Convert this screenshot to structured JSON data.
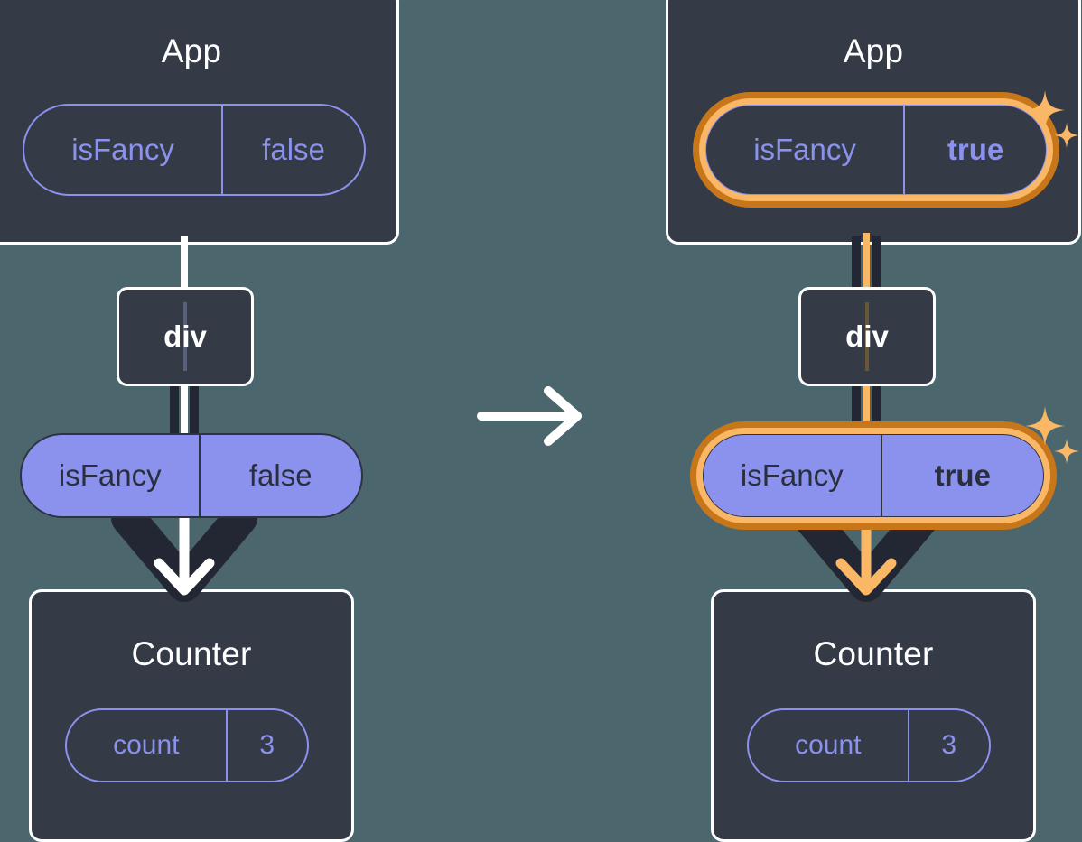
{
  "diagram": {
    "type": "react-state-propagation",
    "background_color": "#4c666e",
    "transition_arrow": "right-arrow",
    "panels": [
      {
        "id": "before",
        "app": {
          "title": "App",
          "state_pill": {
            "name": "isFancy",
            "value": "false",
            "style": "outline",
            "highlighted": false
          }
        },
        "element": {
          "tag": "div"
        },
        "props_pill": {
          "name": "isFancy",
          "value": "false",
          "style": "solid",
          "highlighted": false
        },
        "arrow": {
          "name": "render-arrow",
          "fill": "#ffffff",
          "outline": "#232733"
        },
        "counter": {
          "title": "Counter",
          "state_pill": {
            "name": "count",
            "value": "3",
            "style": "outline",
            "highlighted": false
          }
        },
        "sparkles": false
      },
      {
        "id": "after",
        "app": {
          "title": "App",
          "state_pill": {
            "name": "isFancy",
            "value": "true",
            "style": "outline",
            "highlighted": true
          }
        },
        "element": {
          "tag": "div"
        },
        "props_pill": {
          "name": "isFancy",
          "value": "true",
          "style": "solid",
          "highlighted": true
        },
        "arrow": {
          "name": "render-arrow",
          "fill": "#fab765",
          "outline": "#232733"
        },
        "counter": {
          "title": "Counter",
          "state_pill": {
            "name": "count",
            "value": "3",
            "style": "outline",
            "highlighted": false
          }
        },
        "sparkles": true
      }
    ],
    "colors": {
      "background": "#4c666e",
      "box_fill": "#343a46",
      "box_border": "#ffffff",
      "pill_purple": "#8b92ee",
      "pill_text_dark": "#2b2f3d",
      "highlight_outer": "#c7761a",
      "highlight_inner": "#fab765",
      "rail_dark": "#232733"
    }
  }
}
